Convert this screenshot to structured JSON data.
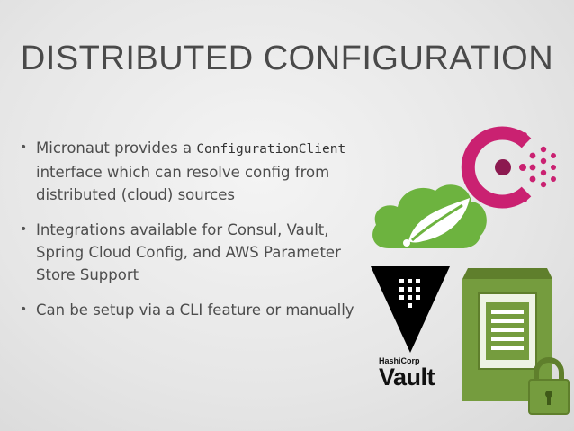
{
  "slide": {
    "title": "DISTRIBUTED CONFIGURATION",
    "bullets": [
      {
        "before": "Micronaut provides a ",
        "code": "ConfigurationClient",
        "after": " interface which can resolve config from distributed (cloud) sources"
      },
      {
        "text": "Integrations available for Consul, Vault, Spring Cloud Config, and AWS Parameter Store Support"
      },
      {
        "text": "Can be setup via a CLI feature or manually"
      }
    ]
  },
  "logos": {
    "consul": {
      "icon": "consul-logo-icon",
      "color": "#ca2171"
    },
    "spring": {
      "icon": "spring-logo-icon",
      "color": "#6db33f"
    },
    "vault": {
      "icon": "vault-logo-icon",
      "brand": "HashiCorp",
      "word": "Vault",
      "color": "#000000"
    },
    "aws_parameter_store": {
      "icon": "aws-parameter-store-icon",
      "color": "#759c3e"
    }
  }
}
